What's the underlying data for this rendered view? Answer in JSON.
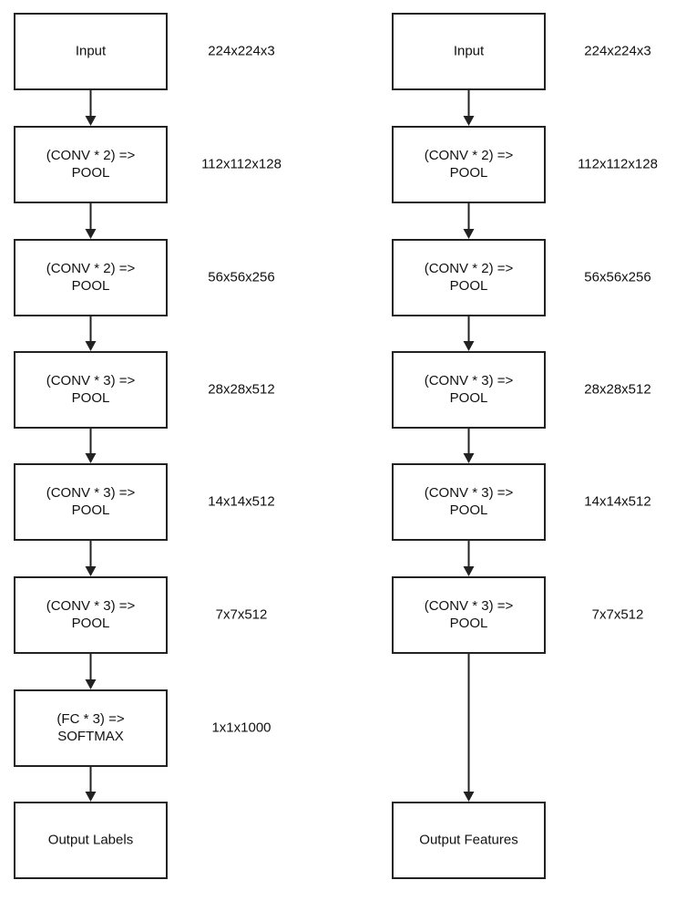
{
  "left_column": {
    "nodes": [
      {
        "lines": [
          "Input"
        ],
        "dim": "224x224x3"
      },
      {
        "lines": [
          "(CONV * 2) =>",
          "POOL"
        ],
        "dim": "112x112x128"
      },
      {
        "lines": [
          "(CONV * 2) =>",
          "POOL"
        ],
        "dim": "56x56x256"
      },
      {
        "lines": [
          "(CONV * 3) =>",
          "POOL"
        ],
        "dim": "28x28x512"
      },
      {
        "lines": [
          "(CONV * 3) =>",
          "POOL"
        ],
        "dim": "14x14x512"
      },
      {
        "lines": [
          "(CONV * 3) =>",
          "POOL"
        ],
        "dim": "7x7x512"
      },
      {
        "lines": [
          "(FC * 3) =>",
          "SOFTMAX"
        ],
        "dim": "1x1x1000"
      },
      {
        "lines": [
          "Output Labels"
        ],
        "dim": ""
      }
    ]
  },
  "right_column": {
    "nodes": [
      {
        "lines": [
          "Input"
        ],
        "dim": "224x224x3"
      },
      {
        "lines": [
          "(CONV * 2) =>",
          "POOL"
        ],
        "dim": "112x112x128"
      },
      {
        "lines": [
          "(CONV * 2) =>",
          "POOL"
        ],
        "dim": "56x56x256"
      },
      {
        "lines": [
          "(CONV * 3) =>",
          "POOL"
        ],
        "dim": "28x28x512"
      },
      {
        "lines": [
          "(CONV * 3) =>",
          "POOL"
        ],
        "dim": "14x14x512"
      },
      {
        "lines": [
          "(CONV * 3) =>",
          "POOL"
        ],
        "dim": "7x7x512"
      },
      {
        "lines": [
          "Output Features"
        ],
        "dim": ""
      }
    ]
  },
  "colors": {
    "stroke": "#222222",
    "box_fill": "#ffffff",
    "text": "#111111"
  }
}
